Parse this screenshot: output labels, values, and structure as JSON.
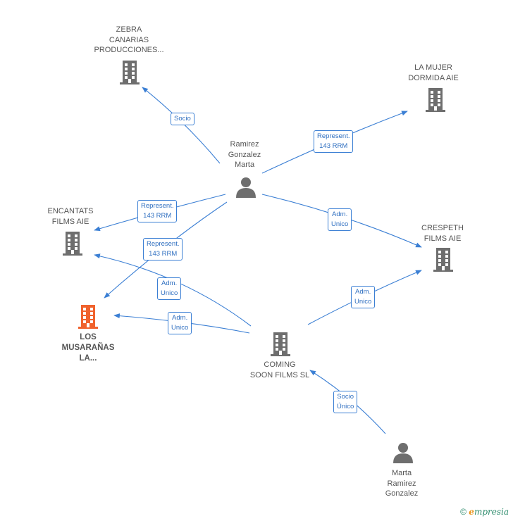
{
  "nodes": {
    "zebra": {
      "label": "ZEBRA\nCANARIAS\nPRODUCCIONES..."
    },
    "lamujer": {
      "label": "LA MUJER\nDORMIDA  AIE"
    },
    "ramirez": {
      "label": "Ramirez\nGonzalez\nMarta"
    },
    "encantats": {
      "label": "ENCANTATS\nFILMS  AIE"
    },
    "crespeth": {
      "label": "CRESPETH\nFILMS  AIE"
    },
    "musaranas": {
      "label": "LOS\nMUSARAÑAS\nLA..."
    },
    "coming": {
      "label": "COMING\nSOON FILMS  SL"
    },
    "marta": {
      "label": "Marta\nRamirez\nGonzalez"
    }
  },
  "edges": {
    "socio_zebra": "Socio",
    "repr_lamujer": "Represent.\n143 RRM",
    "repr_encantats": "Represent.\n143 RRM",
    "repr_musaranas": "Represent.\n143 RRM",
    "adm_crespeth_ramirez": "Adm.\nUnico",
    "adm_encantats_coming": "Adm.\nUnico",
    "adm_musaranas_coming": "Adm.\nUnico",
    "adm_crespeth_coming": "Adm.\nUnico",
    "socio_unico_coming": "Socio\nÚnico"
  },
  "colors": {
    "edge": "#3b7fd4",
    "company_icon": "#6e6e6e",
    "highlight_icon": "#f0622d",
    "person_icon": "#6e6e6e"
  },
  "footer": {
    "copyright": "©",
    "brand_first": "e",
    "brand_rest": "mpresia"
  }
}
